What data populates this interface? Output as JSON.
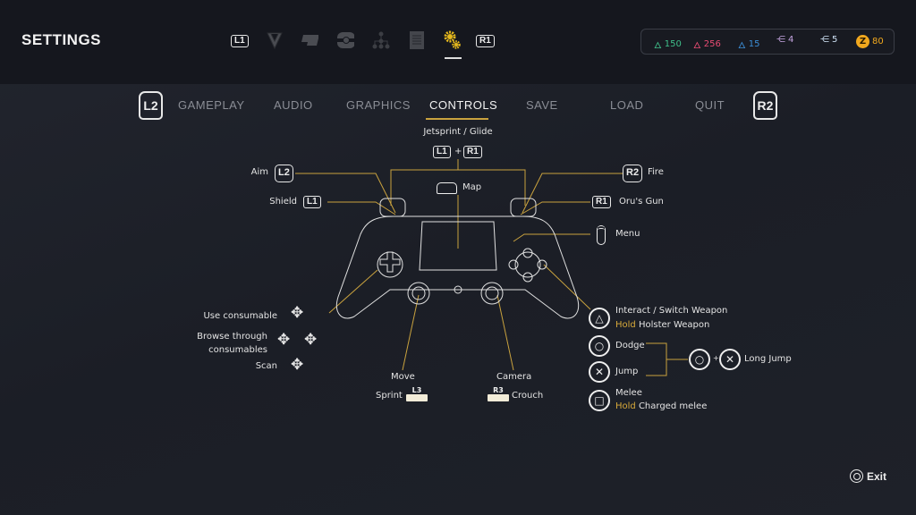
{
  "header": {
    "title": "SETTINGS",
    "prev_badge": "L1",
    "next_badge": "R1",
    "categories": [
      {
        "icon": "chevron-emblem-icon"
      },
      {
        "icon": "weapon-logo-icon"
      },
      {
        "icon": "pod-icon"
      },
      {
        "icon": "skill-tree-icon"
      },
      {
        "icon": "document-icon"
      },
      {
        "icon": "gears-icon",
        "active": true
      }
    ]
  },
  "resources": [
    {
      "icon": "green-flame-icon",
      "value": "150",
      "color": "#3fbf8a"
    },
    {
      "icon": "red-flame-icon",
      "value": "256",
      "color": "#e84c73"
    },
    {
      "icon": "blue-flame-icon",
      "value": "15",
      "color": "#3c8fd8"
    },
    {
      "icon": "purple-node-icon",
      "value": "4",
      "color": "#c4a4e0"
    },
    {
      "icon": "lightblue-node-icon",
      "value": "5",
      "color": "#cfe2f5"
    },
    {
      "icon": "z-coin-icon",
      "value": "80",
      "color": "#f1a81e"
    }
  ],
  "tabs": {
    "prev_badge": "L2",
    "next_badge": "R2",
    "items": [
      {
        "label": "GAMEPLAY"
      },
      {
        "label": "AUDIO"
      },
      {
        "label": "GRAPHICS"
      },
      {
        "label": "CONTROLS",
        "active": true
      },
      {
        "label": "SAVE"
      },
      {
        "label": "LOAD"
      },
      {
        "label": "QUIT"
      }
    ]
  },
  "controls": {
    "jetsprint": {
      "label": "Jetsprint / Glide",
      "b1": "L1",
      "plus": "+",
      "b2": "R1"
    },
    "aim": {
      "label": "Aim",
      "badge": "L2"
    },
    "shield": {
      "label": "Shield",
      "badge": "L1"
    },
    "map": {
      "label": "Map"
    },
    "fire": {
      "label": "Fire",
      "badge": "R2"
    },
    "oru": {
      "label": "Oru's Gun",
      "badge": "R1"
    },
    "menu": {
      "label": "Menu"
    },
    "use": {
      "label": "Use consumable"
    },
    "browse": {
      "line1": "Browse through",
      "line2": "consumables"
    },
    "scan": {
      "label": "Scan"
    },
    "move": {
      "label": "Move",
      "sub": "Sprint",
      "badge": "L3"
    },
    "camera": {
      "label": "Camera",
      "sub": "Crouch",
      "badge": "R3"
    },
    "triangle": {
      "label": "Interact / Switch Weapon",
      "hold": "Hold",
      "hold_label": "Holster Weapon"
    },
    "circle": {
      "label": "Dodge"
    },
    "cross": {
      "label": "Jump"
    },
    "longjump": {
      "plus": "+",
      "label": "Long Jump"
    },
    "square": {
      "label": "Melee",
      "hold": "Hold",
      "hold_label": "Charged melee"
    }
  },
  "footer": {
    "exit": "Exit"
  },
  "accent": "#c9a23e"
}
